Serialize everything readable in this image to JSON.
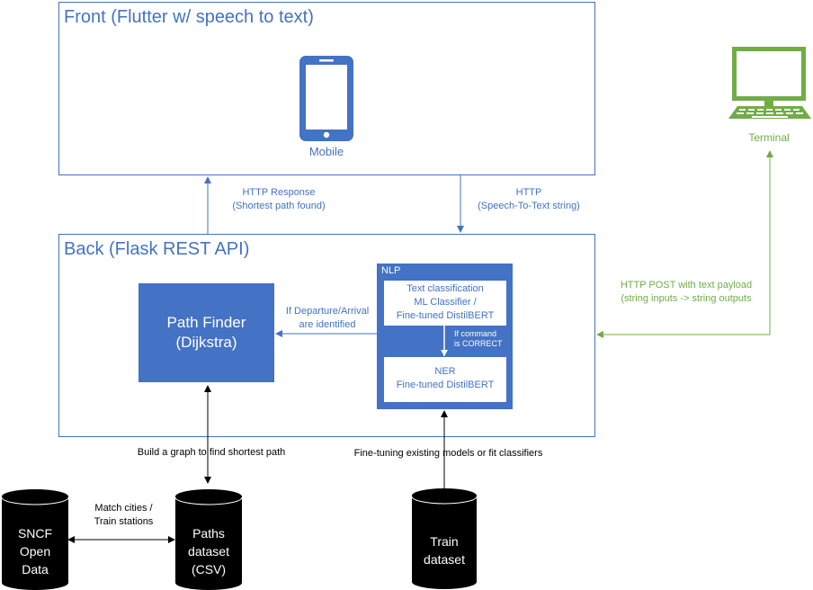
{
  "front": {
    "title": "Front (Flutter w/ speech to text)",
    "mobile_label": "Mobile"
  },
  "back": {
    "title": "Back (Flask REST API)",
    "path_finder": {
      "line1": "Path Finder",
      "line2": "(Dijkstra)"
    },
    "nlp": {
      "title": "NLP",
      "text_classification": [
        "Text classification",
        "ML Classifier /",
        "Fine-tuned DistilBERT"
      ],
      "command_note": [
        "If command",
        "is CORRECT"
      ],
      "ner": [
        "NER",
        "Fine-tuned DistilBERT"
      ]
    },
    "departure_note": [
      "If Departure/Arrival",
      "are identified"
    ]
  },
  "terminal": {
    "label": "Terminal"
  },
  "arrows": {
    "http_response": [
      "HTTP Response",
      "(Shortest path found)"
    ],
    "http_request": [
      "HTTP",
      "(Speech-To-Text string)"
    ],
    "http_post": [
      "HTTP POST with text payload",
      "(string inputs -> string outputs"
    ],
    "build_graph": "Build a graph to find shortest path",
    "fine_tuning": "Fine-tuning existing models or fit classifiers",
    "match_cities": [
      "Match cities /",
      "Train stations"
    ]
  },
  "databases": {
    "sncf": [
      "SNCF",
      "Open",
      "Data"
    ],
    "paths": [
      "Paths",
      "dataset",
      "(CSV)"
    ],
    "train": [
      "Train",
      "dataset"
    ]
  },
  "colors": {
    "accent": "#4472c4",
    "terminal_green": "#70ad47",
    "db_fill": "#000000",
    "text": "#000000"
  }
}
